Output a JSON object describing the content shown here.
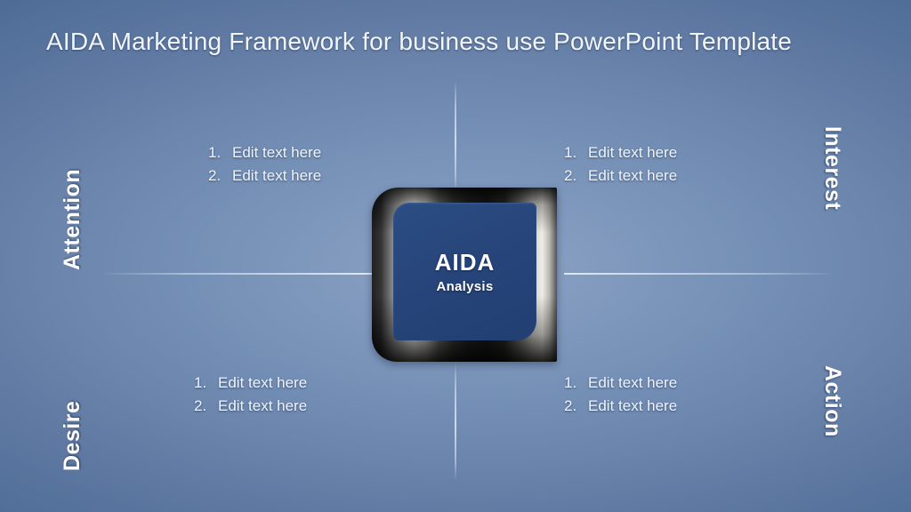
{
  "slide": {
    "title": "AIDA Marketing Framework for business use PowerPoint Template",
    "background_color": "#5f79a2",
    "accent_color": "#27457a"
  },
  "center": {
    "name": "AIDA",
    "subtitle": "Analysis"
  },
  "side_labels": {
    "top_left": "Attention",
    "top_right": "Interest",
    "bottom_left": "Desire",
    "bottom_right": "Action"
  },
  "quadrants": [
    {
      "id": "attention",
      "position": "top-left",
      "items": [
        {
          "num": "1.",
          "text": "Edit text here"
        },
        {
          "num": "2.",
          "text": "Edit text here"
        }
      ]
    },
    {
      "id": "interest",
      "position": "top-right",
      "items": [
        {
          "num": "1.",
          "text": "Edit text here"
        },
        {
          "num": "2.",
          "text": "Edit text here"
        }
      ]
    },
    {
      "id": "desire",
      "position": "bottom-left",
      "items": [
        {
          "num": "1.",
          "text": "Edit text here"
        },
        {
          "num": "2.",
          "text": "Edit text here"
        }
      ]
    },
    {
      "id": "action",
      "position": "bottom-right",
      "items": [
        {
          "num": "1.",
          "text": "Edit text here"
        },
        {
          "num": "2.",
          "text": "Edit text here"
        }
      ]
    }
  ]
}
